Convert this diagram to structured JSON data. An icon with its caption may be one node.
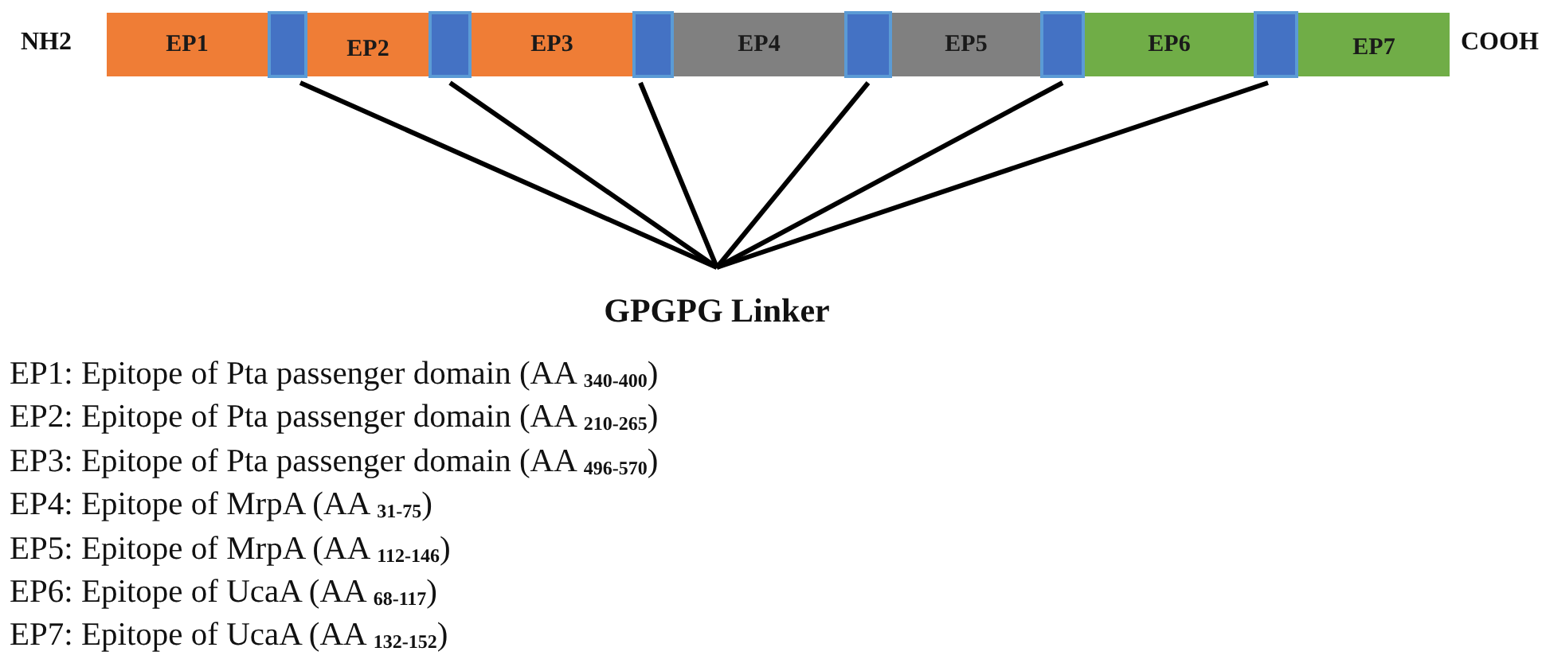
{
  "diagram": {
    "nodes": [
      {
        "text": [
          "EP1"
        ]
      },
      {
        "text": [],
        "shape": "box"
      },
      {
        "text": [
          "EP2"
        ]
      },
      {
        "text": [],
        "shape": "box"
      },
      {
        "text": [
          "EP3"
        ]
      },
      {
        "text": [],
        "shape": "box"
      },
      {
        "text": [
          "EP4"
        ]
      },
      {
        "text": [],
        "shape": "box"
      },
      {
        "text": [
          "EP5"
        ]
      },
      {
        "text": [],
        "shape": "box"
      },
      {
        "text": [
          "EP6"
        ]
      },
      {
        "text": [],
        "shape": "box"
      },
      {
        "text": [
          "EP7"
        ]
      },
      {
        "text": [
          "GPGPG Linker"
        ]
      }
    ],
    "edges": [
      {
        "from": 1,
        "to": 13,
        "arrow": "none"
      },
      {
        "from": 3,
        "to": 13,
        "arrow": "none"
      },
      {
        "from": 5,
        "to": 13,
        "arrow": "none"
      },
      {
        "from": 7,
        "to": 13,
        "arrow": "none"
      },
      {
        "from": 9,
        "to": 13,
        "arrow": "none"
      },
      {
        "from": 11,
        "to": 13,
        "arrow": "none"
      }
    ],
    "labels": [
      "NH2",
      "COOH",
      "EP1: Epitope of Pta passenger domain (AA $_{340-400}$)",
      "EP2: Epitope of Pta passenger domain (AA $_{210-265}$)",
      "EP3: Epitope of Pta passenger domain (AA $_{496-570}$)",
      "EP4: Epitope of MrpA (AA $_{31-75}$)",
      "EP5: Epitope of MrpA (AA $_{112-146}$)",
      "EP6: Epitope of UcaA (AA $_{68-117}$)",
      "EP7: Epitope of UcaA (AA $_{132-152}$)"
    ]
  }
}
